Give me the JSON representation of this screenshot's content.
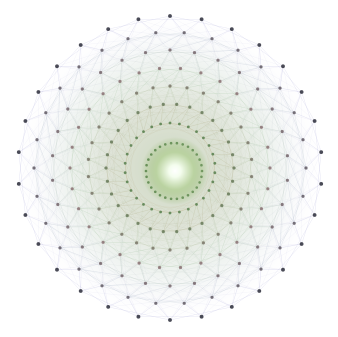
{
  "figure": {
    "kind": "polytope-projection",
    "rotational_symmetry": 30,
    "vertex_rings": 7,
    "colors": {
      "background": "#ffffff",
      "edge_outer": "#b7b6df",
      "edge_mid": "#a9c7a7",
      "edge_inner": "#b8a87f",
      "vertex_outer": "#2b2d3a",
      "vertex_mid": "#7a5a5e",
      "vertex_inner": "#3d6d36",
      "center_glow": "#f8fff2",
      "center_core": "#8fb56a"
    }
  }
}
